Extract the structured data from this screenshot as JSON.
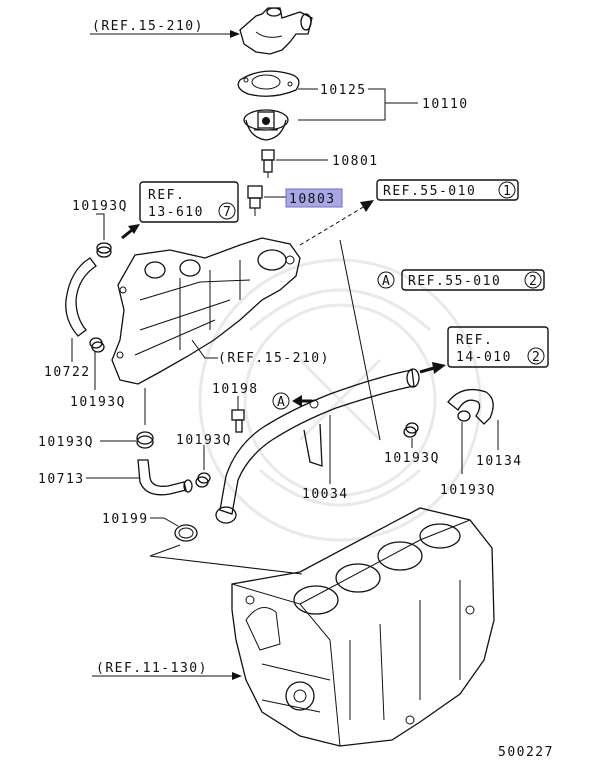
{
  "refs": {
    "ref_15_210_top": "(REF.15-210)",
    "ref_15_210_mid": "(REF.15-210)",
    "ref_11_130": "(REF.11-130)",
    "ref_13_610_line1": "REF.",
    "ref_13_610_line2": "13-610",
    "ref_13_610_circle": "7",
    "ref_55_010_1": "REF.55-010",
    "ref_55_010_1_circle": "1",
    "ref_55_010_2": "REF.55-010",
    "ref_55_010_2_circle": "2",
    "ref_55_010_2_marker": "A",
    "ref_14_010_line1": "REF.",
    "ref_14_010_line2": "14-010",
    "ref_14_010_circle": "2",
    "marker_a_mid": "A"
  },
  "parts": {
    "p10125": "10125",
    "p10110": "10110",
    "p10801": "10801",
    "p10803": "10803",
    "p10193q_a": "10193Q",
    "p10193q_b": "10193Q",
    "p10193q_c": "10193Q",
    "p10193q_d": "10193Q",
    "p10193q_e": "10193Q",
    "p10193q_f": "10193Q",
    "p10722": "10722",
    "p10198": "10198",
    "p10713": "10713",
    "p10034": "10034",
    "p10134": "10134",
    "p10199": "10199"
  },
  "diagram_id": "500227",
  "colors": {
    "highlight": "#a7a7e6",
    "ink": "#111111"
  }
}
